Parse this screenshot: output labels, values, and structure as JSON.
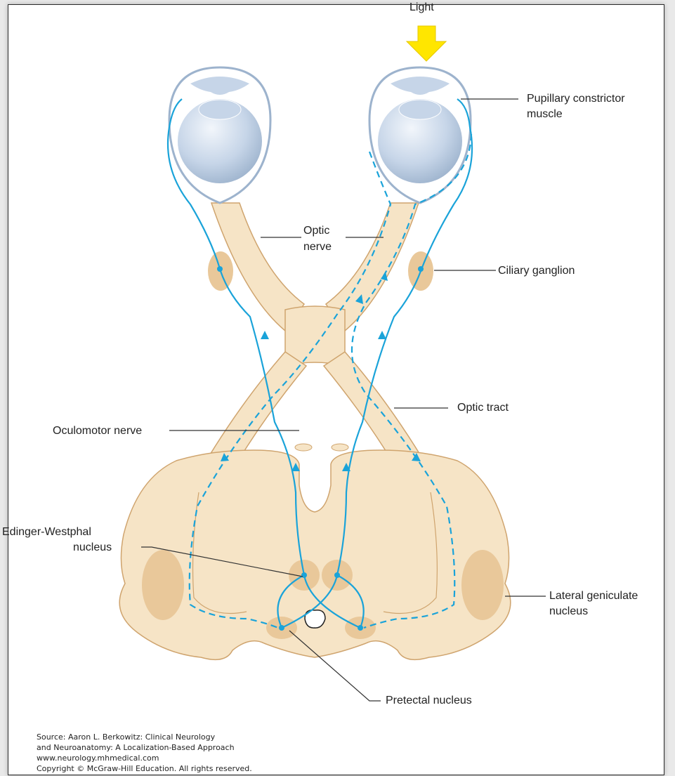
{
  "labels": {
    "light": "Light",
    "pupillary_line1": "Pupillary constrictor",
    "pupillary_line2": "muscle",
    "optic_nerve_line1": "Optic",
    "optic_nerve_line2": "nerve",
    "ciliary_ganglion": "Ciliary ganglion",
    "optic_tract": "Optic tract",
    "oculomotor_nerve": "Oculomotor nerve",
    "edinger_line1": "Edinger-Westphal",
    "edinger_line2": "nucleus",
    "lgn_line1": "Lateral geniculate",
    "lgn_line2": "nucleus",
    "pretectal": "Pretectal nucleus"
  },
  "credits": {
    "line1": "Source: Aaron L. Berkowitz: Clinical Neurology",
    "line2": "and Neuroanatomy: A Localization-Based Approach",
    "line3": "www.neurology.mhmedical.com",
    "line4": "Copyright © McGraw-Hill Education. All rights reserved."
  },
  "colors": {
    "tissue_fill": "#f6e4c6",
    "tissue_outline": "#cfa46e",
    "nucleus_fill": "#e9c89a",
    "nerve_blue": "#1aa3d9",
    "eye_fill": "#c3d3e6",
    "light_arrow": "#ffe600",
    "leader": "#333333"
  }
}
